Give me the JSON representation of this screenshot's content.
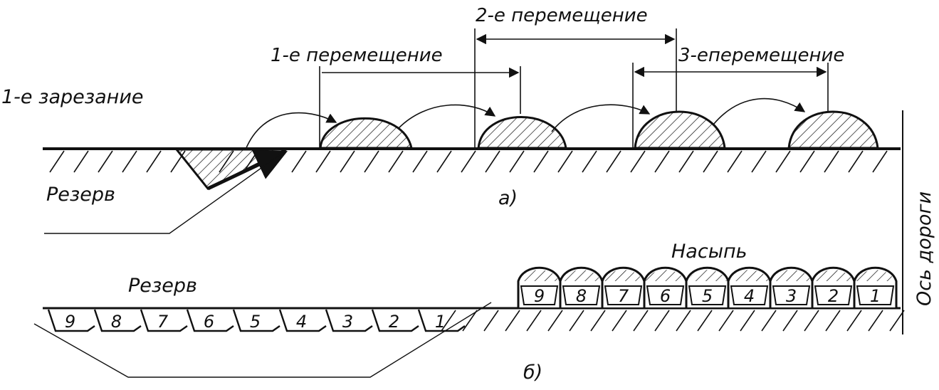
{
  "diagram": {
    "part_a": {
      "label_first_cut": "1-е зарезание",
      "label_reserve": "Резерв",
      "label_move_1": "1-е перемещение",
      "label_move_2": "2-е перемещение",
      "label_move_3": "3-еперемещение",
      "caption": "а)"
    },
    "part_b": {
      "label_reserve": "Резерв",
      "label_embankment": "Насыпь",
      "caption": "б)",
      "reserve_cells": [
        "9",
        "8",
        "7",
        "6",
        "5",
        "4",
        "3",
        "2",
        "1"
      ],
      "embankment_cells": [
        "9",
        "8",
        "7",
        "6",
        "5",
        "4",
        "3",
        "2",
        "1"
      ]
    },
    "axis_label": "Ось дороги",
    "colors": {
      "ink": "#111111",
      "paper": "#ffffff"
    }
  }
}
